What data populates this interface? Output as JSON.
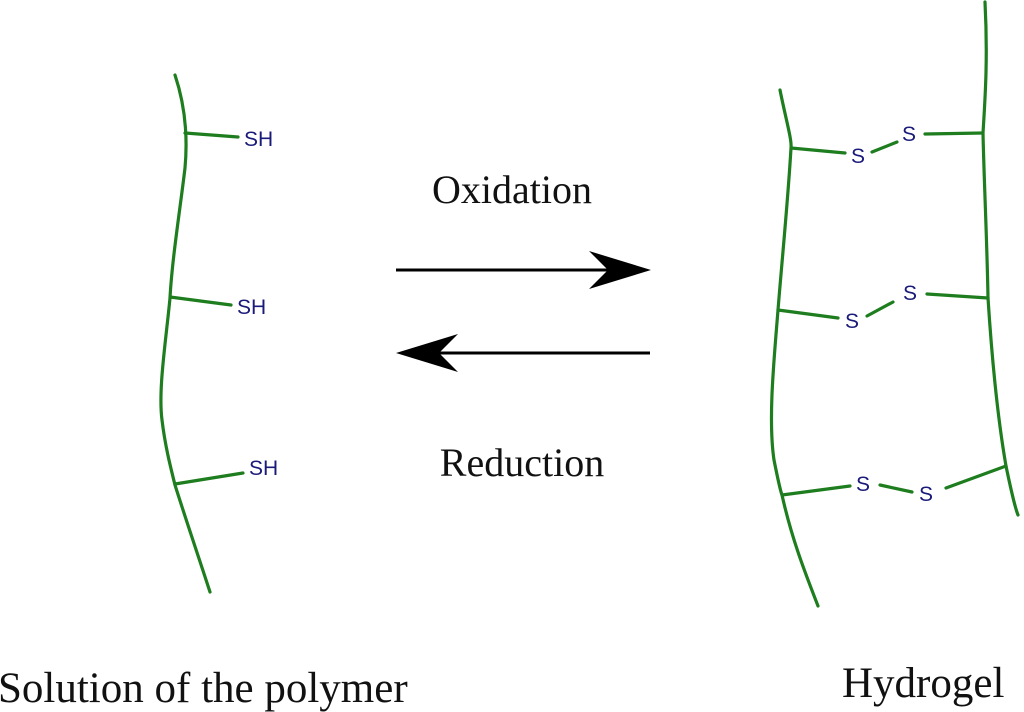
{
  "polymer": {
    "thiol_groups": [
      "SH",
      "SH",
      "SH"
    ],
    "caption": "Solution of the polymer"
  },
  "reaction": {
    "forward_label": "Oxidation",
    "reverse_label": "Reduction"
  },
  "hydrogel": {
    "disulfide_bridges": [
      {
        "left": "S",
        "right": "S"
      },
      {
        "left": "S",
        "right": "S"
      },
      {
        "left": "S",
        "right": "S"
      }
    ],
    "caption": "Hydrogel"
  },
  "colors": {
    "polymer_chain": "#1e7d1e",
    "sulfur_atoms": "#1a1a7a",
    "arrows": "#000000"
  }
}
